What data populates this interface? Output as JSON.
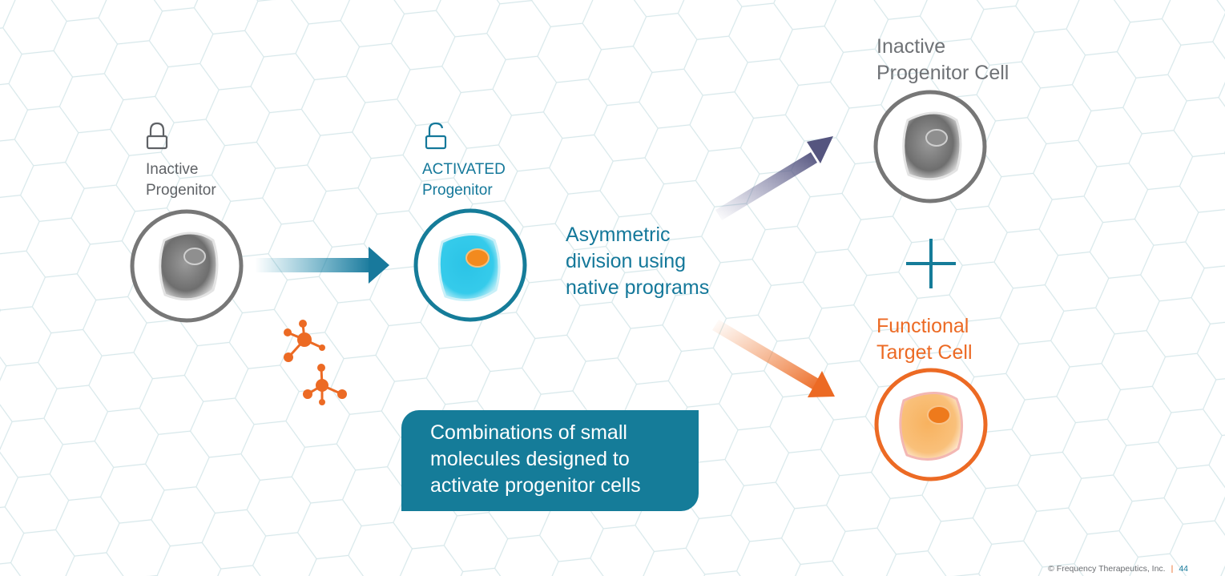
{
  "colors": {
    "teal": "#14789a",
    "orange": "#ec6a24",
    "gray": "#5f6266",
    "navy_arrow": "#5a5a86",
    "callout_bg": "#157c99"
  },
  "left_cell": {
    "label_line1": "Inactive",
    "label_line2": "Progenitor",
    "icon": "lock-closed-icon"
  },
  "middle_cell": {
    "label_line1": "ACTIVATED",
    "label_line2": "Progenitor",
    "icon": "lock-open-icon"
  },
  "division_text": {
    "line1": "Asymmetric",
    "line2": "division using",
    "line3": "native programs"
  },
  "top_right_cell": {
    "label_line1": "Inactive",
    "label_line2": "Progenitor Cell"
  },
  "plus_symbol": "plus-icon",
  "bottom_right_cell": {
    "label_line1": "Functional",
    "label_line2": "Target Cell"
  },
  "callout": {
    "line1": "Combinations of small",
    "line2": "molecules designed to",
    "line3": "activate progenitor cells"
  },
  "molecules_icon": "small-molecule-icon",
  "footer": {
    "copyright": "© Frequency Therapeutics, Inc.",
    "separator": "|",
    "page_number": "44"
  }
}
